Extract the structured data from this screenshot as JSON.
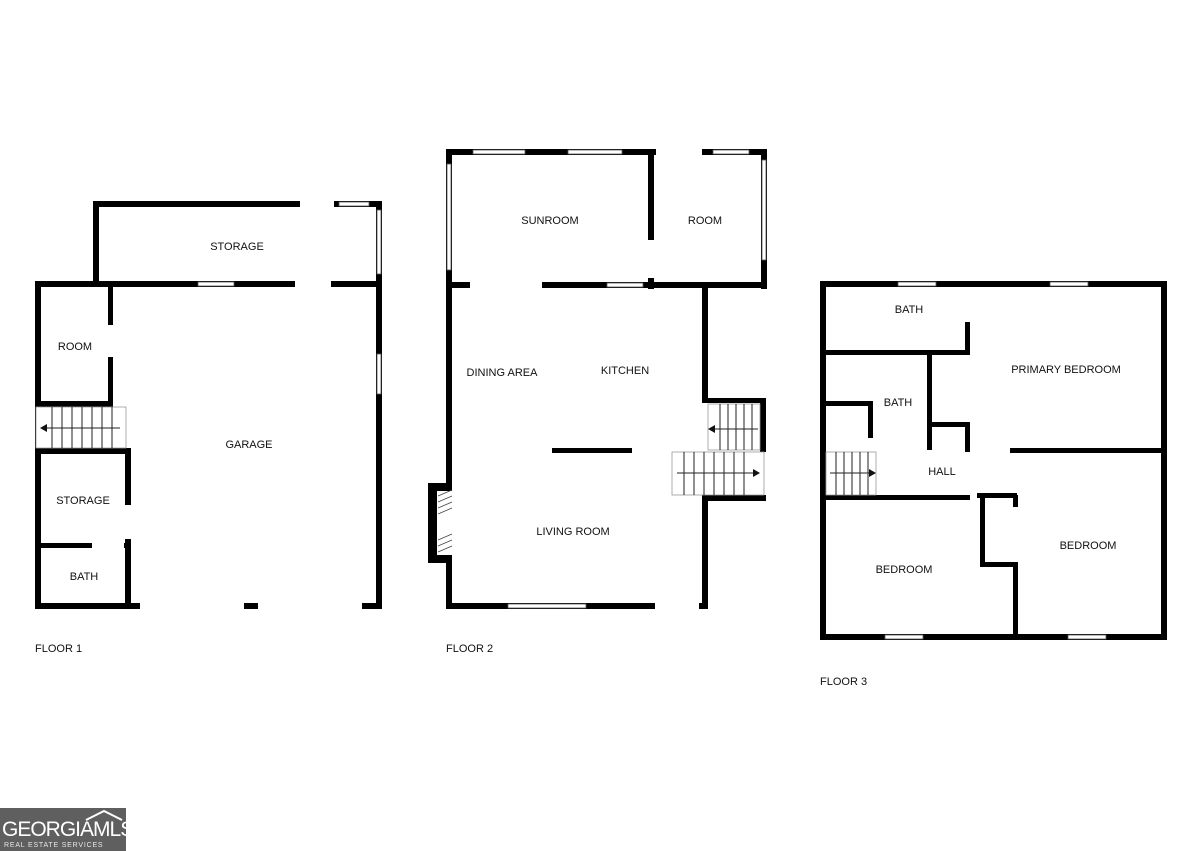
{
  "floors": [
    {
      "label": "FLOOR 1",
      "rooms": [
        "STORAGE",
        "ROOM",
        "GARAGE",
        "STORAGE",
        "BATH"
      ]
    },
    {
      "label": "FLOOR 2",
      "rooms": [
        "SUNROOM",
        "ROOM",
        "DINING AREA",
        "KITCHEN",
        "LIVING ROOM"
      ]
    },
    {
      "label": "FLOOR 3",
      "rooms": [
        "BATH",
        "PRIMARY BEDROOM",
        "BATH",
        "HALL",
        "BEDROOM",
        "BEDROOM"
      ]
    }
  ],
  "logo": {
    "main": "GEORGIAMLS",
    "sub": "REAL ESTATE SERVICES"
  }
}
